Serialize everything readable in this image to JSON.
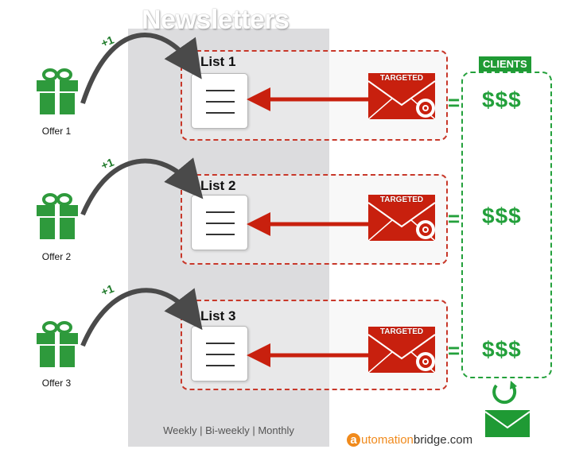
{
  "title": "Newsletters",
  "frequency": "Weekly | Bi-weekly | Monthly",
  "offers": [
    {
      "label": "Offer 1",
      "plus": "+1"
    },
    {
      "label": "Offer 2",
      "plus": "+1"
    },
    {
      "label": "Offer 3",
      "plus": "+1"
    }
  ],
  "lists": [
    {
      "label": "List 1",
      "email_tag": "TARGETED",
      "equals": "=",
      "value": "$$$"
    },
    {
      "label": "List 2",
      "email_tag": "TARGETED",
      "equals": "=",
      "value": "$$$"
    },
    {
      "label": "List 3",
      "email_tag": "TARGETED",
      "equals": "=",
      "value": "$$$"
    }
  ],
  "clients_label": "CLIENTS",
  "brand": {
    "initial": "a",
    "orange": "utomation",
    "dark": "bridge.com"
  },
  "colors": {
    "offer_green": "#2e9a3c",
    "clients_green": "#23a03b",
    "email_red": "#c8200e",
    "dashed_red": "#c8382a",
    "arrow_gray": "#4a4a4a",
    "brand_orange": "#f08a1c"
  },
  "icons": [
    "gift-icon",
    "document-icon",
    "envelope-target-icon",
    "refresh-icon",
    "envelope-icon",
    "curved-arrow-icon"
  ]
}
